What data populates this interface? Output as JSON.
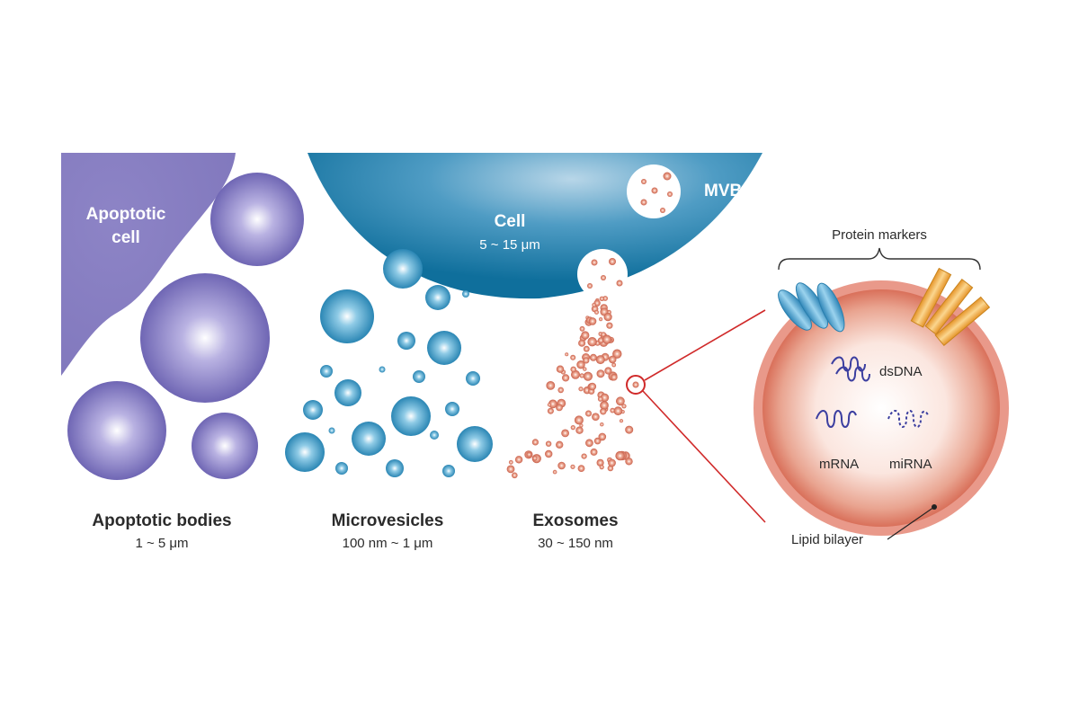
{
  "labels": {
    "apoptotic_cell": [
      "Apoptotic",
      "cell"
    ],
    "cell_title": "Cell",
    "cell_size": "5 ~ 15 μm",
    "mvb": "MVB",
    "protein_markers": "Protein markers",
    "dsdna": "dsDNA",
    "mrna": "mRNA",
    "mirna": "miRNA",
    "lipid_bilayer": "Lipid bilayer"
  },
  "categories": [
    {
      "name": "Apoptotic bodies",
      "size": "1 ~ 5 μm"
    },
    {
      "name": "Microvesicles",
      "size": "100 nm ~ 1 μm"
    },
    {
      "name": "Exosomes",
      "size": "30 ~ 150 nm"
    }
  ],
  "colors": {
    "apoptotic": "#8f86c8",
    "cell": "#1e80a8",
    "microvesicle": "#3a95bf",
    "exosome": "#d77a62",
    "zoom_line": "#d02a2a",
    "membrane_marker_blue": "#5aaed8",
    "membrane_marker_orange": "#f0b24a",
    "nucleic_acid": "#3c3fa0"
  }
}
